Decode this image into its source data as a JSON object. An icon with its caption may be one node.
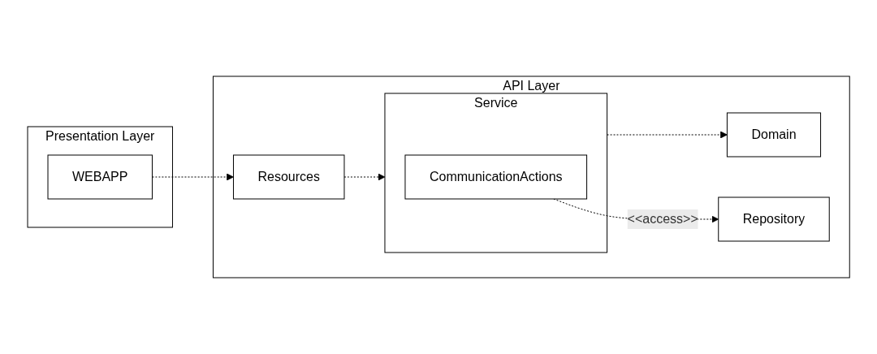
{
  "diagram": {
    "nodes": [
      {
        "text": [
          "Presentation Layer"
        ]
      },
      {
        "text": [
          "WEBAPP"
        ],
        "in": 0
      },
      {
        "text": [
          "API Layer"
        ]
      },
      {
        "text": [
          "Resources"
        ],
        "in": 2
      },
      {
        "text": [
          "Domain"
        ],
        "in": 2
      },
      {
        "text": [
          "Service"
        ],
        "in": 2
      },
      {
        "text": [
          "CommunicationActions"
        ],
        "in": 5
      },
      {
        "text": [
          "Repository"
        ],
        "in": 2
      }
    ],
    "edges": [
      {
        "from": 1,
        "to": 3,
        "arrow": "to",
        "style": "dashed"
      },
      {
        "from": 3,
        "to": 5,
        "arrow": "to",
        "style": "dashed"
      },
      {
        "from": 5,
        "to": 4,
        "arrow": "to",
        "style": "dashed"
      },
      {
        "from": 6,
        "to": 7,
        "arrow": "to",
        "style": "dashed",
        "label": "<<access>>"
      }
    ]
  }
}
